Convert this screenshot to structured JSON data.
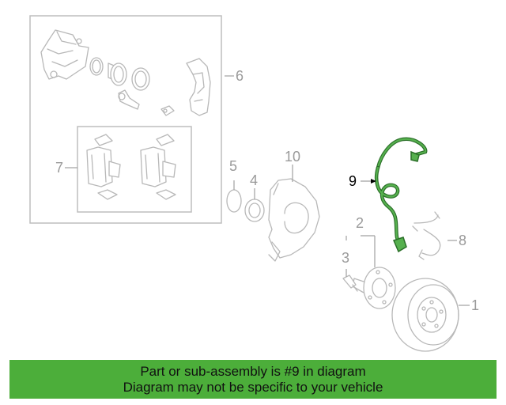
{
  "banner": {
    "line1": "Part or sub-assembly is #9 in diagram",
    "line2": "Diagram may not be specific to your vehicle"
  },
  "callouts": {
    "c1": "1",
    "c2": "2",
    "c3": "3",
    "c4": "4",
    "c5": "5",
    "c6": "6",
    "c7": "7",
    "c8": "8",
    "c9": "9",
    "c10": "10"
  },
  "colors": {
    "highlight_part": "#3e8f3a",
    "banner": "#4cae3a",
    "linework": "#b8b8b8"
  }
}
